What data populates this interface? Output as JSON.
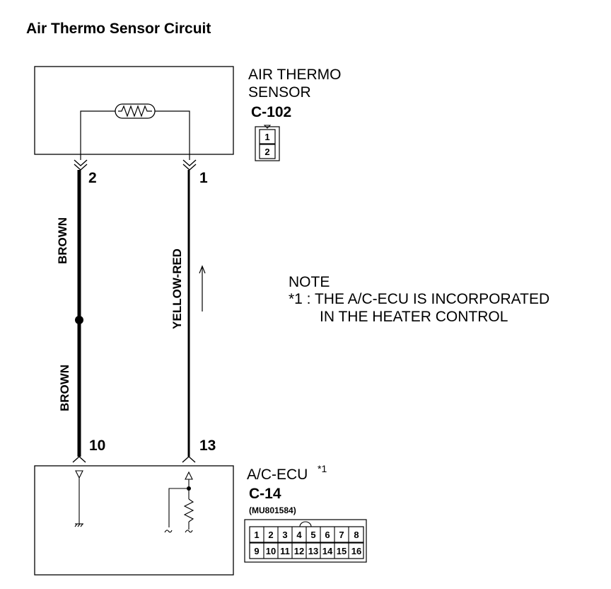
{
  "title": "Air Thermo Sensor Circuit",
  "sensor": {
    "name_line1": "AIR THERMO",
    "name_line2": "SENSOR",
    "connector": "C-102",
    "connector_pins": [
      "1",
      "2"
    ],
    "pins": [
      "2",
      "1"
    ]
  },
  "wires": {
    "left_upper": "BROWN",
    "left_lower": "BROWN",
    "right": "YELLOW-RED"
  },
  "note": {
    "heading": "NOTE",
    "line1": "*1 : THE A/C-ECU IS INCORPORATED",
    "line2": "IN THE HEATER CONTROL"
  },
  "ecu": {
    "name": "A/C-ECU",
    "superscript": "*1",
    "connector": "C-14",
    "part_number": "(MU801584)",
    "pins": [
      "10",
      "13"
    ],
    "connector_top_row": [
      "1",
      "2",
      "3",
      "4",
      "5",
      "6",
      "7",
      "8"
    ],
    "connector_bottom_row": [
      "9",
      "10",
      "11",
      "12",
      "13",
      "14",
      "15",
      "16"
    ]
  }
}
